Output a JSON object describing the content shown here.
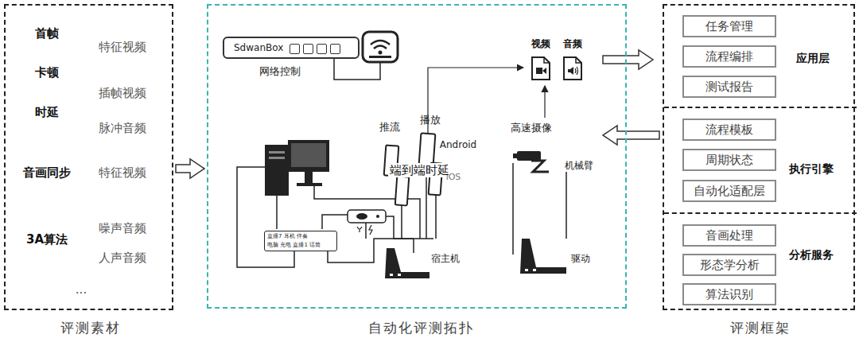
{
  "diagram": {
    "nodes": [
      {
        "text": [
          "评测素材",
          "首帧",
          "特征视频",
          "卡顿",
          "插帧视频",
          "时延",
          "脉冲音频",
          "音画同步",
          "特征视频",
          "3A算法",
          "噪声音频",
          "人声音频",
          "..."
        ]
      },
      {
        "text": [
          "自动化评测拓扑"
        ]
      },
      {
        "text": [
          "SdwanBox"
        ],
        "in": 1
      },
      {
        "text": [
          "直播7 耳机 伴奏",
          "电脑 充电 直播1 话筒"
        ],
        "in": 1
      },
      {
        "text": [
          "视频"
        ],
        "in": 1
      },
      {
        "text": [
          "音频"
        ],
        "in": 1
      },
      {
        "text": [
          "评测框架"
        ]
      },
      {
        "text": [
          "应用层"
        ],
        "in": 6
      },
      {
        "text": [
          "任务管理"
        ],
        "in": 7
      },
      {
        "text": [
          "流程编排"
        ],
        "in": 7
      },
      {
        "text": [
          "测试报告"
        ],
        "in": 7
      },
      {
        "text": [
          "执行引擎"
        ],
        "in": 6
      },
      {
        "text": [
          "流程模板"
        ],
        "in": 11
      },
      {
        "text": [
          "周期状态"
        ],
        "in": 11
      },
      {
        "text": [
          "自动化适配层"
        ],
        "in": 11
      },
      {
        "text": [
          "分析服务"
        ],
        "in": 6
      },
      {
        "text": [
          "音画处理"
        ],
        "in": 15
      },
      {
        "text": [
          "形态学分析"
        ],
        "in": 15
      },
      {
        "text": [
          "算法识别"
        ],
        "in": 15
      }
    ],
    "edges": [
      {
        "from": 0,
        "to": 1,
        "arrow": "to"
      },
      {
        "from": 5,
        "to": 7,
        "arrow": "to"
      },
      {
        "from": 11,
        "to": 1,
        "arrow": "to"
      }
    ],
    "labels": [
      "网络控制",
      "推流",
      "播放",
      "Android",
      "端到端时延",
      "iOS",
      "高速摄像",
      "机械臂",
      "宿主机",
      "驱动"
    ]
  }
}
